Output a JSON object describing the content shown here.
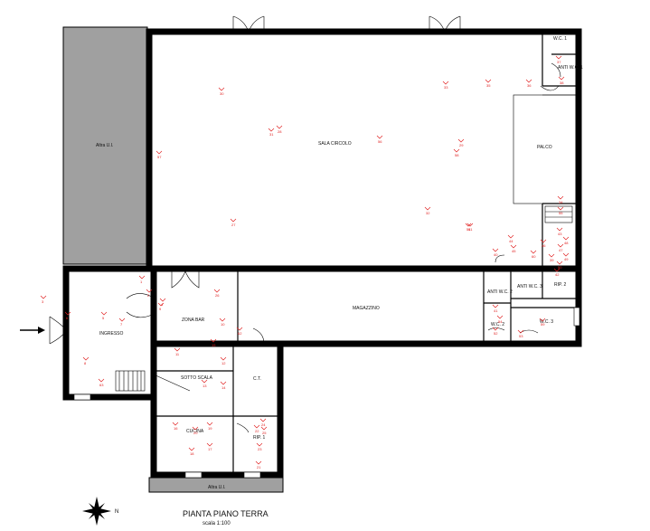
{
  "title": "PIANTA PIANO TERRA",
  "scale": "scala 1:100",
  "compass": {
    "north": "N",
    "icon": "compass-rose-icon"
  },
  "colors": {
    "wall": "#000000",
    "shaded": "#a0a0a0",
    "marker": "#e02020"
  },
  "rooms": {
    "altra_ui_left": "Altra U.I.",
    "altra_ui_bottom": "Altra U.I.",
    "sala_circolo": "SALA CIRCOLO",
    "palco": "PALCO",
    "wc1": "W.C. 1",
    "anti_wc1": "ANTI W.C. 1",
    "ingresso": "INGRESSO",
    "zona_bar": "ZONA BAR",
    "magazzino": "MAGAZZINO",
    "sotto_scala": "SOTTO SCALA",
    "ct": "C.T.",
    "cucina": "CUCINA",
    "rip1": "RIP. 1",
    "rip2": "RIP. 2",
    "anti_wc2": "ANTI W.C. 2",
    "anti_wc3": "ANTI W.C. 3",
    "wc2": "W.C. 2",
    "wc3": "W.C. 3"
  },
  "markers": [
    {
      "label": "1"
    },
    {
      "label": "2"
    },
    {
      "label": "3"
    },
    {
      "label": "4"
    },
    {
      "label": "5"
    },
    {
      "label": "6"
    },
    {
      "label": "7"
    },
    {
      "label": "8"
    },
    {
      "label": "9"
    },
    {
      "label": "10"
    },
    {
      "label": "11"
    },
    {
      "label": "12"
    },
    {
      "label": "13"
    },
    {
      "label": "14"
    },
    {
      "label": "15"
    },
    {
      "label": "16"
    },
    {
      "label": "17"
    },
    {
      "label": "18"
    },
    {
      "label": "19"
    },
    {
      "label": "20"
    },
    {
      "label": "21"
    },
    {
      "label": "22"
    },
    {
      "label": "23"
    },
    {
      "label": "24"
    },
    {
      "label": "25"
    },
    {
      "label": "26"
    },
    {
      "label": "27"
    },
    {
      "label": "28"
    },
    {
      "label": "29"
    },
    {
      "label": "30"
    },
    {
      "label": "31"
    },
    {
      "label": "32"
    },
    {
      "label": "33"
    },
    {
      "label": "34"
    },
    {
      "label": "35"
    },
    {
      "label": "36"
    },
    {
      "label": "37"
    },
    {
      "label": "38"
    },
    {
      "label": "39"
    },
    {
      "label": "40"
    },
    {
      "label": "41"
    },
    {
      "label": "42"
    },
    {
      "label": "43"
    },
    {
      "label": "44"
    },
    {
      "label": "45"
    },
    {
      "label": "46"
    },
    {
      "label": "47"
    },
    {
      "label": "48"
    },
    {
      "label": "49"
    },
    {
      "label": "50"
    },
    {
      "label": "51"
    },
    {
      "label": "52"
    },
    {
      "label": "53"
    },
    {
      "label": "54"
    },
    {
      "label": "55"
    },
    {
      "label": "56"
    },
    {
      "label": "57"
    },
    {
      "label": "58"
    },
    {
      "label": "59"
    },
    {
      "label": "60"
    },
    {
      "label": "61"
    },
    {
      "label": "62"
    },
    {
      "label": "63"
    }
  ]
}
